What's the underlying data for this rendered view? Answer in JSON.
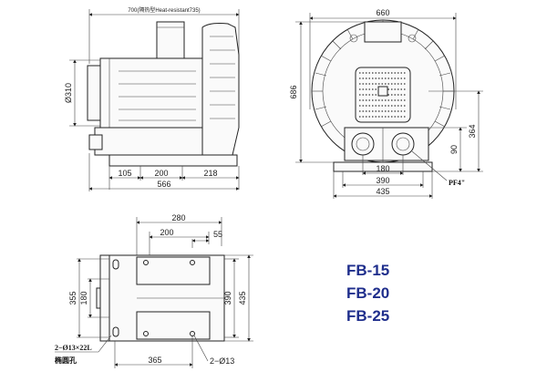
{
  "side_view": {
    "top_dim": "700(隔热型Heat-resistant735)",
    "dia": "Ø310",
    "d105": "105",
    "d200": "200",
    "d218": "218",
    "d566": "566"
  },
  "front_view": {
    "d660": "660",
    "d686": "686",
    "d90": "90",
    "d364": "364",
    "d180": "180",
    "d390": "390",
    "d435": "435",
    "port": "PF4\""
  },
  "base_view": {
    "d280": "280",
    "d200": "200",
    "d55": "55",
    "d355": "355",
    "d180": "180",
    "d390": "390",
    "d435": "435",
    "d365": "365",
    "hole_slot": "2−Ø13×22L",
    "hole_slot_note": "椭圆孔",
    "hole_round": "2−Ø13"
  },
  "models": [
    "FB-15",
    "FB-20",
    "FB-25"
  ]
}
